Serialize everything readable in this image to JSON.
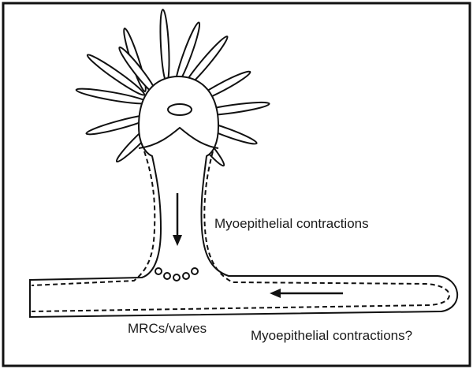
{
  "diagram": {
    "labels": {
      "upper_contractions": "Myoepithelial contractions",
      "valves": "MRCs/valves",
      "lower_contractions": "Myoepithelial contractions?"
    },
    "colors": {
      "stroke": "#111111",
      "background": "#ffffff"
    }
  }
}
